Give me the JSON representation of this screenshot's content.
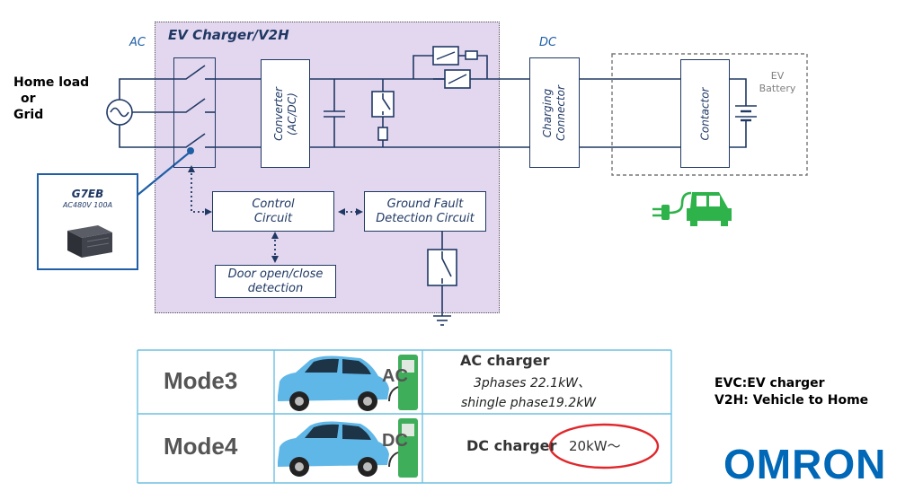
{
  "labels": {
    "ac": "AC",
    "dc": "DC",
    "home_load_line1": "Home load",
    "home_load_line2": "or",
    "home_load_line3": "Grid",
    "main_title": "EV Charger/V2H",
    "converter_line1": "Converter",
    "converter_line2": "(AC/DC)",
    "charging_connector_line1": "Charging",
    "charging_connector_line2": "Connector",
    "contactor": "Contactor",
    "ev_battery_line1": "EV",
    "ev_battery_line2": "Battery",
    "control_circuit_line1": "Control",
    "control_circuit_line2": "Circuit",
    "ground_fault_line1": "Ground Fault",
    "ground_fault_line2": "Detection Circuit",
    "door_detection_line1": "Door open/close",
    "door_detection_line2": "detection",
    "relay_model": "G7EB",
    "relay_rating": "AC480V 100A"
  },
  "table": {
    "rows": [
      {
        "mode": "Mode3",
        "type_tag": "AC",
        "title": "AC charger",
        "detail_line1": "3phases 22.1kW、",
        "detail_line2": "shingle phase19.2kW"
      },
      {
        "mode": "Mode4",
        "type_tag": "DC",
        "title": "DC charger",
        "detail_line1": "20kW～"
      }
    ]
  },
  "legend": {
    "line1": "EVC:EV charger",
    "line2": "V2H: Vehicle to Home"
  },
  "brand": "OMRON",
  "colors": {
    "navy": "#1f3864",
    "panel": "#e3d7ef",
    "accent_blue": "#1f5fa6",
    "ev_green": "#2db34a",
    "brand_blue": "#0068b7",
    "annotation_red": "#e0272b"
  },
  "icons": [
    "ac-source-icon",
    "ev-car-plug-icon",
    "car-image",
    "charger-image",
    "relay-image",
    "ground-icon"
  ]
}
